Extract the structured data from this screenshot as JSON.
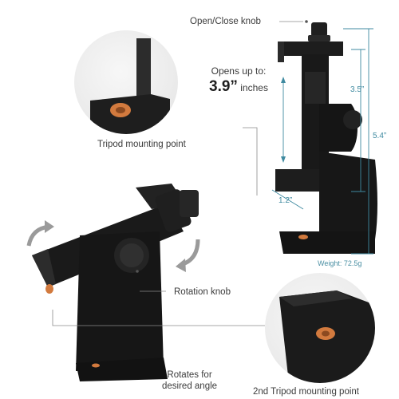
{
  "labels": {
    "open_close_knob": "Open/Close knob",
    "opens_up_to": "Opens up to:",
    "opens_value": "3.9”",
    "opens_unit": " inches",
    "tripod_point": "Tripod mounting point",
    "rotation_knob": "Rotation knob",
    "rotates_line1": "Rotates for",
    "rotates_line2": "desired angle",
    "second_tripod": "2nd Tripod mounting point",
    "weight": "Weight: 72.5g"
  },
  "dimensions": {
    "height_inner": "3.5”",
    "height_total": "5.4”",
    "depth": "1.2”"
  },
  "colors": {
    "accent": "#3f8aa0",
    "body": "#1b1b1b",
    "mount_hole": "#d27a3e",
    "circle_bg": "#ececec"
  }
}
